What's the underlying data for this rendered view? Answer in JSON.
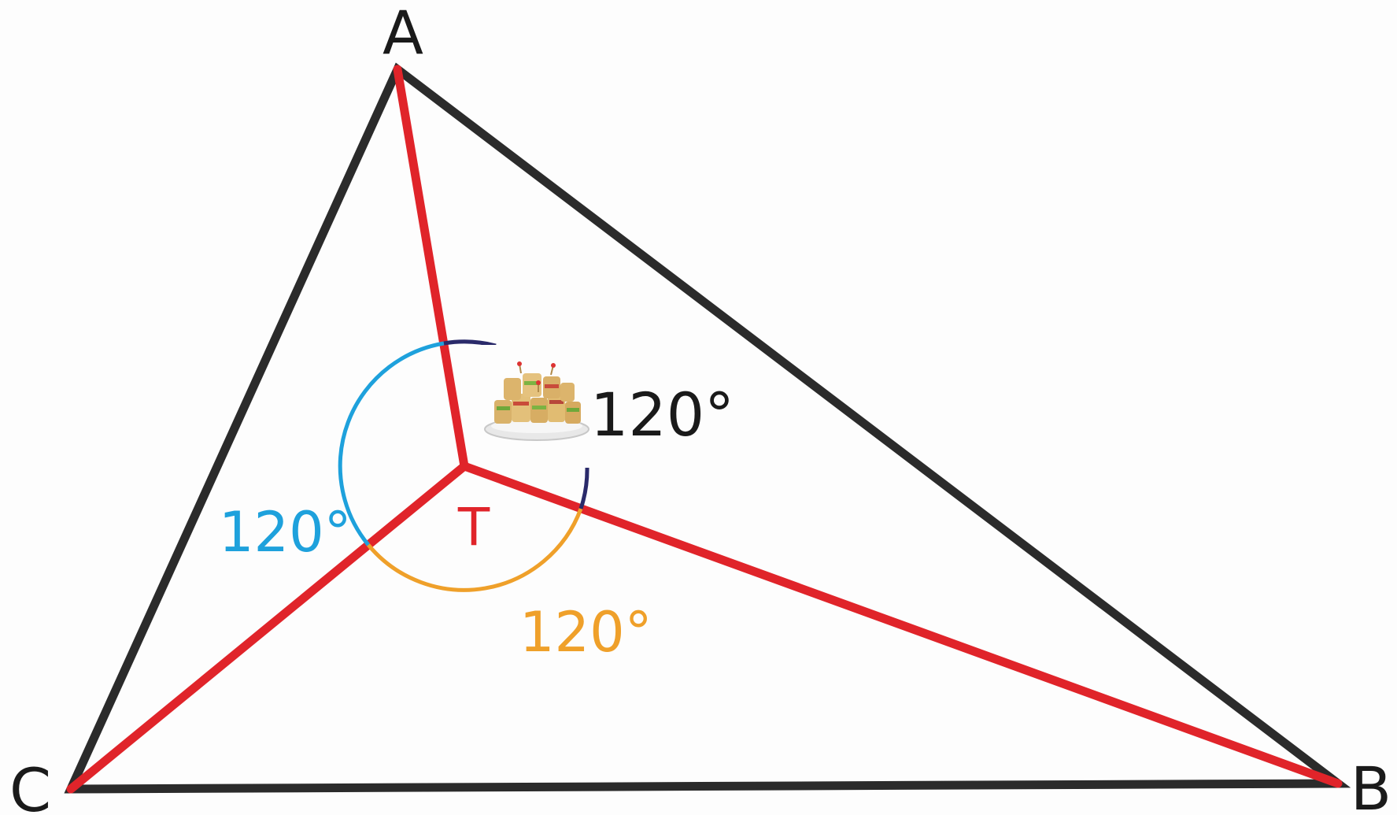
{
  "vertices": {
    "A": "A",
    "B": "B",
    "C": "C",
    "T": "T"
  },
  "angles": {
    "top_right": "120°",
    "left": "120°",
    "bottom": "120°"
  },
  "colors": {
    "triangle": "#2b2b2b",
    "connectors": "#e0242a",
    "arc_left": "#1ea1dc",
    "arc_bottom": "#efa02a",
    "arc_top_right": "#2a2a6a",
    "label_top_right": "#1a1a1a",
    "label_T": "#e0242a"
  },
  "icons": {
    "food_plate": "sandwich-platter-icon"
  }
}
